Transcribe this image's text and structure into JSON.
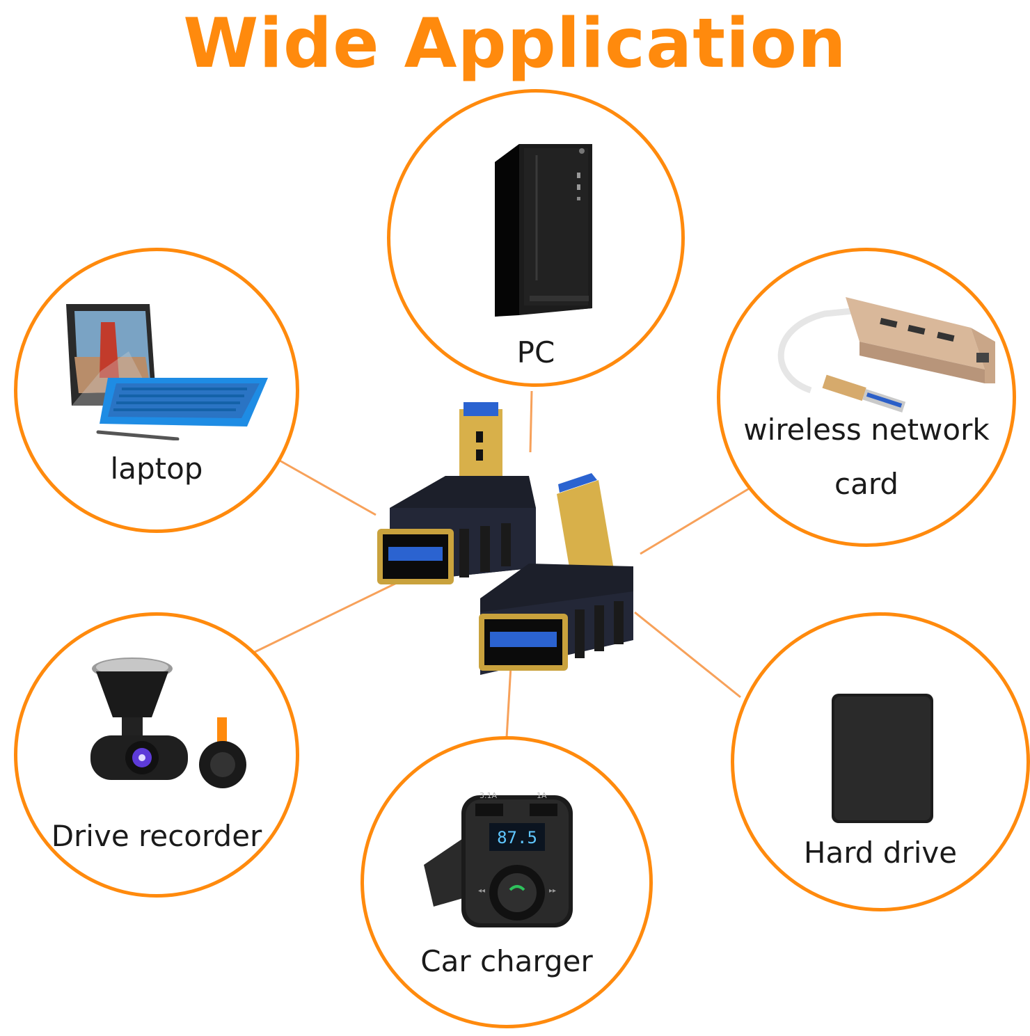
{
  "title": "Wide Application",
  "accent_color": "#FF8A0D",
  "applications": [
    {
      "id": "pc",
      "label": "PC",
      "icon": "pc-tower-icon"
    },
    {
      "id": "laptop",
      "label": "laptop",
      "icon": "laptop-icon"
    },
    {
      "id": "wireless",
      "label_line1": "wireless network",
      "label_line2": "card",
      "icon": "usb-network-hub-icon"
    },
    {
      "id": "drive-recorder",
      "label": "Drive recorder",
      "icon": "dash-camera-icon"
    },
    {
      "id": "car-charger",
      "label": "Car charger",
      "icon": "car-charger-icon",
      "display_value": "87.5",
      "port_left": "3.1A",
      "port_right": "1A"
    },
    {
      "id": "hard-drive",
      "label": "Hard drive",
      "icon": "hard-drive-icon"
    }
  ],
  "center_product": "usb-angle-adapter-icon"
}
